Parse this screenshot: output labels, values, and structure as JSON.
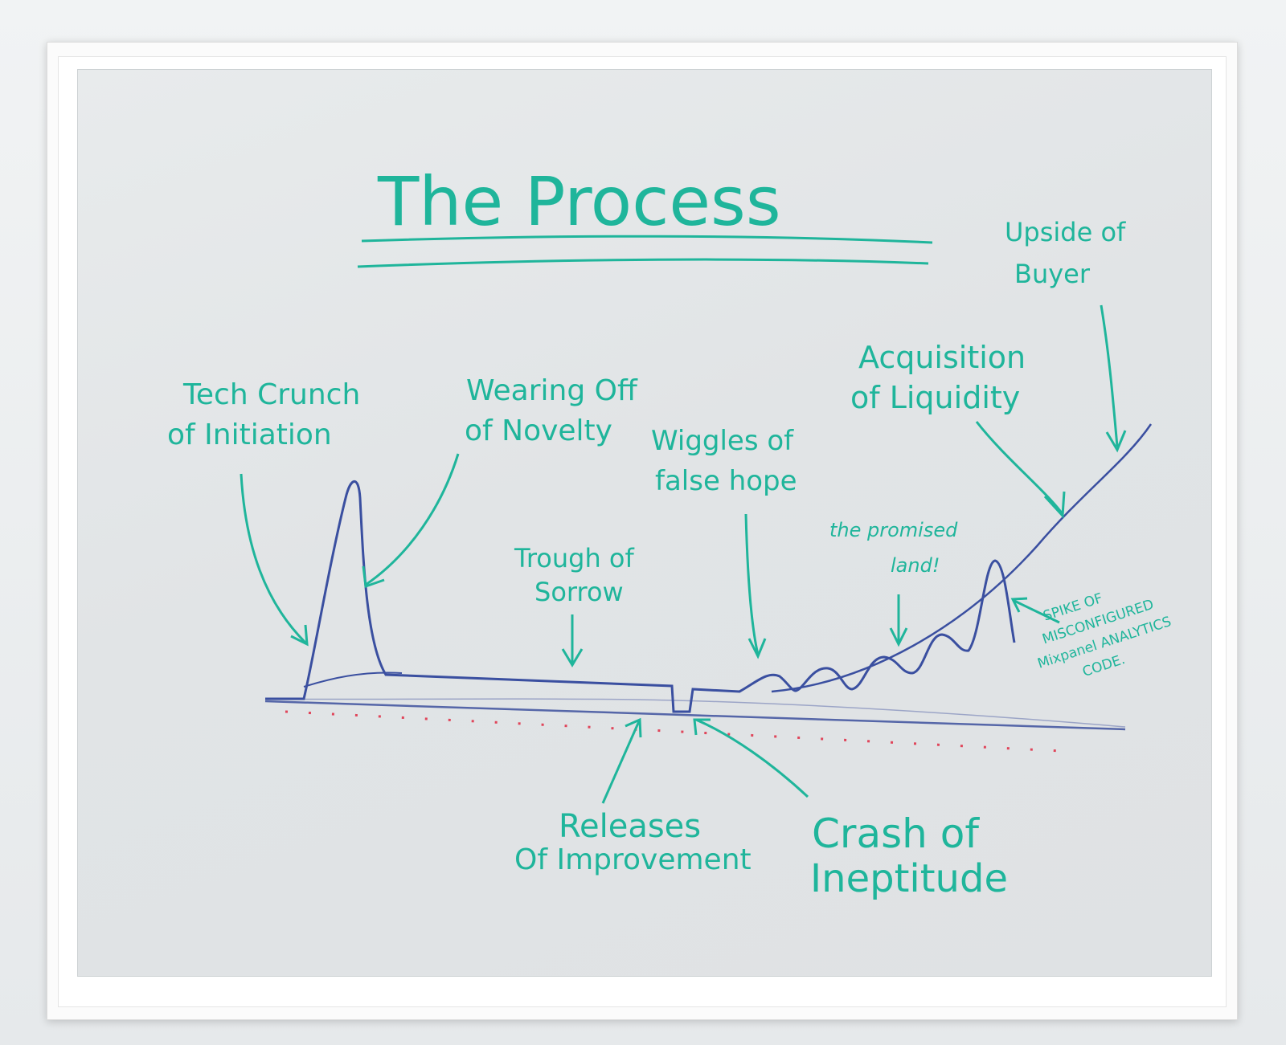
{
  "title": "The Process",
  "colors": {
    "label_ink": "#1fb59b",
    "curve_ink": "#3a4fa0",
    "baseline_ink": "#5566a8",
    "dot_ink": "#e0455a"
  },
  "labels": {
    "tech_crunch": [
      "Tech Crunch",
      "of Initiation"
    ],
    "wearing_off": [
      "Wearing Off",
      "of Novelty"
    ],
    "wiggles": [
      "Wiggles of",
      "false hope"
    ],
    "trough": [
      "Trough of",
      "Sorrow"
    ],
    "promised_land": [
      "the promised",
      "land!"
    ],
    "acquisition": [
      "Acquisition",
      "of Liquidity"
    ],
    "upside": [
      "Upside of",
      "Buyer"
    ],
    "spike": [
      "SPIKE OF",
      "MISCONFIGURED",
      "Mixpanel ANALYTICS",
      "CODE."
    ],
    "releases": [
      "Releases",
      "Of Improvement"
    ],
    "crash": [
      "Crash of",
      "Ineptitude"
    ]
  }
}
